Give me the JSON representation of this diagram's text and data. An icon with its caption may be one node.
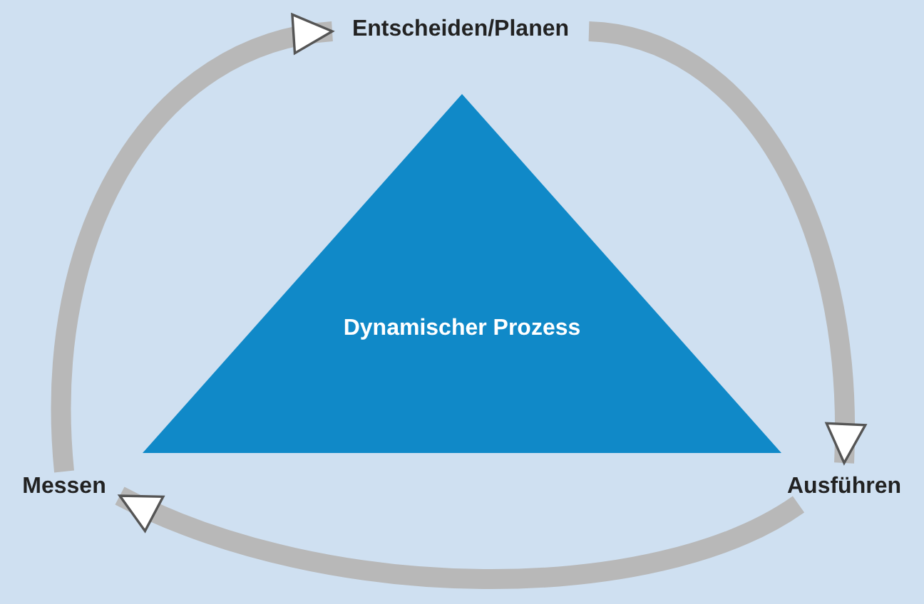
{
  "diagram": {
    "nodes": [
      {
        "text": [
          "Entscheiden/Planen"
        ]
      },
      {
        "text": [
          "Ausführen"
        ]
      },
      {
        "text": [
          "Messen"
        ]
      },
      {
        "text": [
          "Dynamischer Prozess"
        ]
      }
    ],
    "edges": [
      {
        "from": 0,
        "to": 1,
        "arrow": "to"
      },
      {
        "from": 1,
        "to": 2,
        "arrow": "to"
      },
      {
        "from": 2,
        "to": 0,
        "arrow": "to"
      }
    ]
  }
}
